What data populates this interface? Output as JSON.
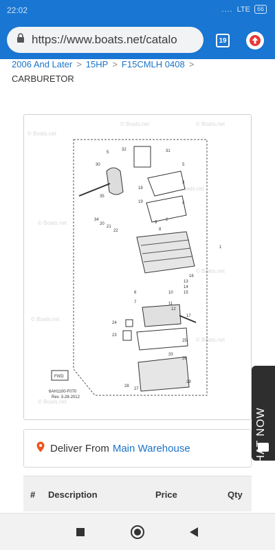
{
  "status": {
    "time": "22:02",
    "signal": "....",
    "network": "LTE",
    "battery": "66"
  },
  "browser": {
    "url": "https://www.boats.net/catalo",
    "tab_count": "19"
  },
  "breadcrumb": {
    "items": [
      "2006 And Later",
      "15HP",
      "F15CMLH 0408"
    ],
    "separator": ">"
  },
  "page": {
    "title": "CARBURETOR"
  },
  "diagram": {
    "watermark": "© Boats.net",
    "code": "6AH1100-F070",
    "rev": "Rev. 3-28-2012",
    "fwd": "FWD",
    "part_numbers": [
      "32",
      "31",
      "5",
      "30",
      "5",
      "3",
      "18",
      "19",
      "35",
      "4",
      "2",
      "9",
      "8",
      "34",
      "20",
      "21",
      "22",
      "1",
      "16",
      "13",
      "14",
      "15",
      "6",
      "10",
      "7",
      "11",
      "12",
      "17",
      "24",
      "23",
      "25",
      "33",
      "26",
      "28",
      "27",
      "29"
    ]
  },
  "deliver": {
    "prefix": "Deliver From",
    "location": "Main Warehouse"
  },
  "table": {
    "headers": [
      "#",
      "Description",
      "Price",
      "Qty"
    ]
  },
  "chat": {
    "label": "CHAT NOW"
  },
  "colors": {
    "brand": "#1976d2",
    "link": "#1a73c9",
    "pin": "#f0541e"
  }
}
